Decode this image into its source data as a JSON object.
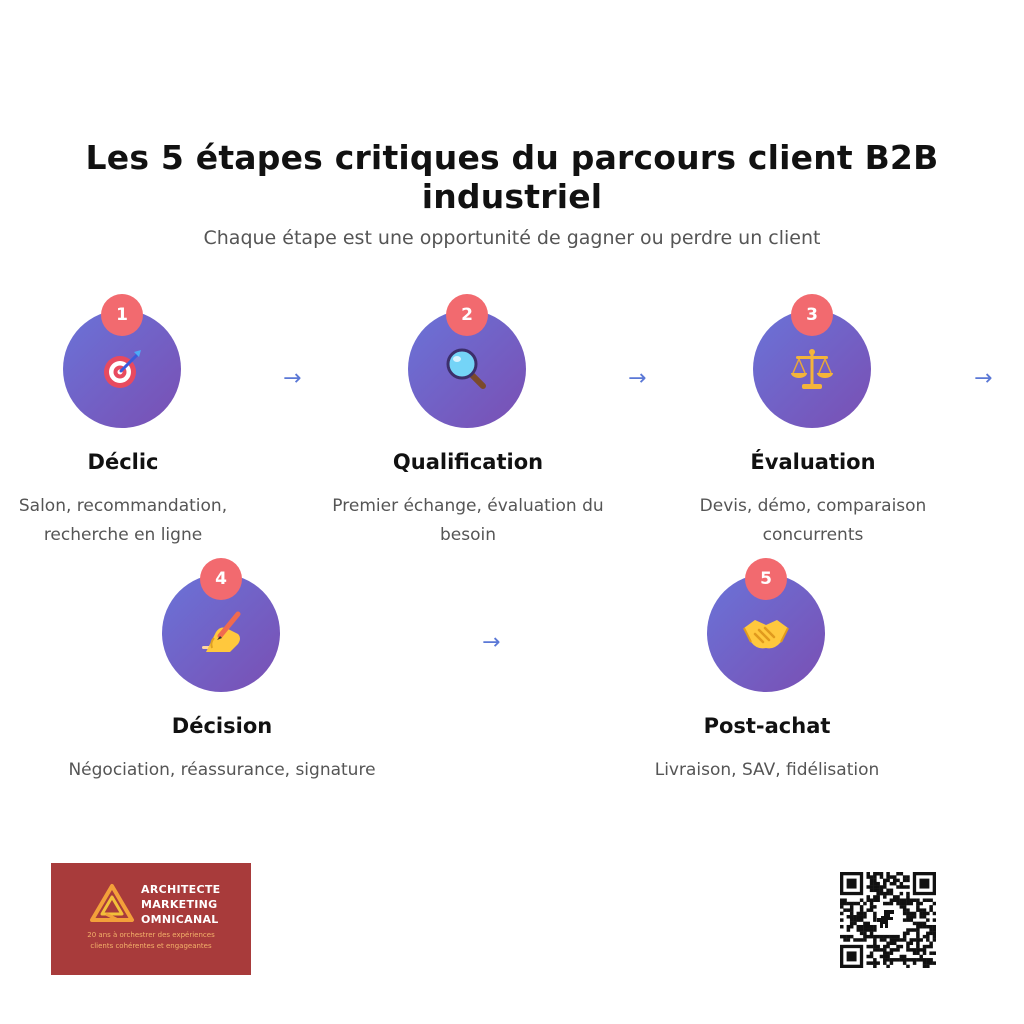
{
  "title": "Les 5 étapes critiques du parcours client B2B industriel",
  "subtitle": "Chaque étape est une opportunité de gagner ou perdre un client",
  "arrow_glyph": "→",
  "colors": {
    "circle_start": "#6a73d8",
    "circle_end": "#7a4fb3",
    "badge": "#f26a6f",
    "arrow": "#5b78d6",
    "logo_bg": "#a83b3b"
  },
  "steps": [
    {
      "number": "1",
      "icon": "target-dart-icon",
      "title": "Déclic",
      "description": "Salon, recommandation, recherche en ligne"
    },
    {
      "number": "2",
      "icon": "magnifying-glass-icon",
      "title": "Qualification",
      "description": "Premier échange, évaluation du besoin"
    },
    {
      "number": "3",
      "icon": "balance-scale-icon",
      "title": "Évaluation",
      "description": "Devis, démo, comparaison concurrents"
    },
    {
      "number": "4",
      "icon": "writing-hand-icon",
      "title": "Décision",
      "description": "Négociation, réassurance, signature"
    },
    {
      "number": "5",
      "icon": "handshake-icon",
      "title": "Post-achat",
      "description": "Livraison, SAV, fidélisation"
    }
  ],
  "logo": {
    "line1": "ARCHITECTE",
    "line2": "MARKETING",
    "line3": "OMNICANAL",
    "tagline1": "20 ans à orchestrer des expériences",
    "tagline2": "clients cohérentes et engageantes"
  },
  "qr_code": {
    "icon": "qr-code-icon"
  }
}
